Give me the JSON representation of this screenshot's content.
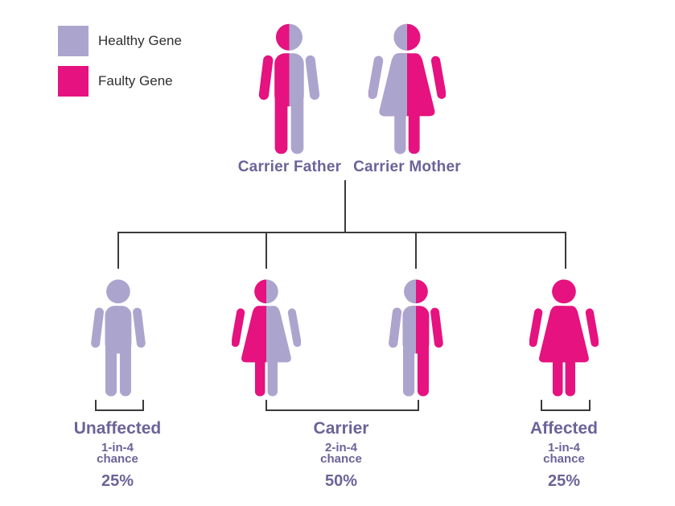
{
  "colors": {
    "healthy": "#ABA5CE",
    "faulty": "#E5127F",
    "label_text": "#6C6399",
    "legend_text": "#2F2F2F",
    "line": "#3A3A3A"
  },
  "legend": {
    "items": [
      {
        "label": "Healthy Gene",
        "color_key": "healthy"
      },
      {
        "label": "Faulty Gene",
        "color_key": "faulty"
      }
    ]
  },
  "parents": [
    {
      "label": "Carrier Father",
      "sex": "male",
      "left_gene": "faulty",
      "right_gene": "healthy"
    },
    {
      "label": "Carrier Mother",
      "sex": "female",
      "left_gene": "healthy",
      "right_gene": "faulty"
    }
  ],
  "children": [
    {
      "sex": "male",
      "left_gene": "healthy",
      "right_gene": "healthy"
    },
    {
      "sex": "female",
      "left_gene": "faulty",
      "right_gene": "healthy"
    },
    {
      "sex": "male",
      "left_gene": "healthy",
      "right_gene": "faulty"
    },
    {
      "sex": "female",
      "left_gene": "faulty",
      "right_gene": "faulty"
    }
  ],
  "outcomes": [
    {
      "title": "Unaffected",
      "chance_line1": "1-in-4",
      "chance_line2": "chance",
      "percent": "25%"
    },
    {
      "title": "Carrier",
      "chance_line1": "2-in-4",
      "chance_line2": "chance",
      "percent": "50%"
    },
    {
      "title": "Affected",
      "chance_line1": "1-in-4",
      "chance_line2": "chance",
      "percent": "25%"
    }
  ]
}
